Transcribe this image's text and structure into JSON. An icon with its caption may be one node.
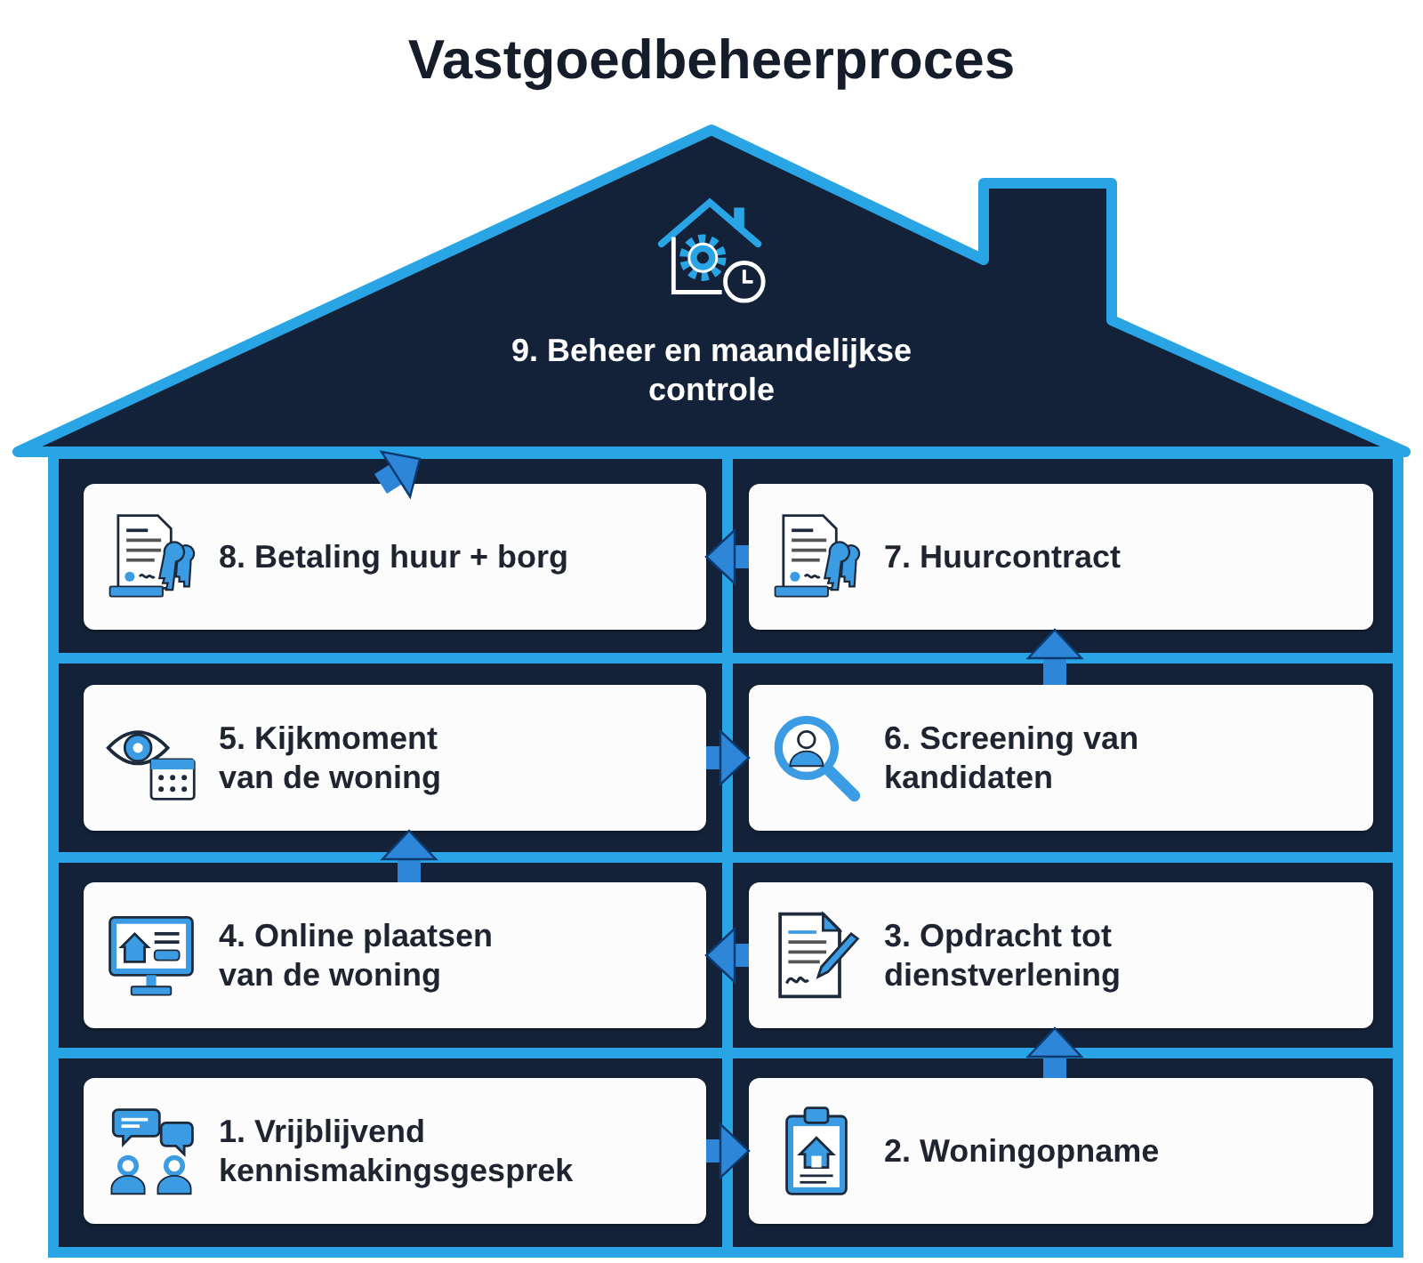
{
  "diagram": {
    "title": "Vastgoedbeheerproces",
    "nodes": [
      {
        "text": [
          "1. Vrijblijvend kennismakingsgesprek"
        ]
      },
      {
        "text": [
          "2. Woningopname"
        ]
      },
      {
        "text": [
          "3. Opdracht tot dienstverlening"
        ]
      },
      {
        "text": [
          "4. Online plaatsen van de woning"
        ]
      },
      {
        "text": [
          "5. Kijkmoment van de woning"
        ]
      },
      {
        "text": [
          "6. Screening van kandidaten"
        ]
      },
      {
        "text": [
          "7. Huurcontract"
        ]
      },
      {
        "text": [
          "8. Betaling huur + borg"
        ]
      },
      {
        "text": [
          "9. Beheer en maandelijkse controle"
        ]
      }
    ],
    "edges": [
      {
        "from": 0,
        "to": 1,
        "arrow": "to"
      },
      {
        "from": 1,
        "to": 2,
        "arrow": "to"
      },
      {
        "from": 2,
        "to": 3,
        "arrow": "to"
      },
      {
        "from": 3,
        "to": 4,
        "arrow": "to"
      },
      {
        "from": 4,
        "to": 5,
        "arrow": "to"
      },
      {
        "from": 5,
        "to": 6,
        "arrow": "to"
      },
      {
        "from": 6,
        "to": 7,
        "arrow": "to"
      },
      {
        "from": 7,
        "to": 8,
        "arrow": "to"
      }
    ]
  }
}
